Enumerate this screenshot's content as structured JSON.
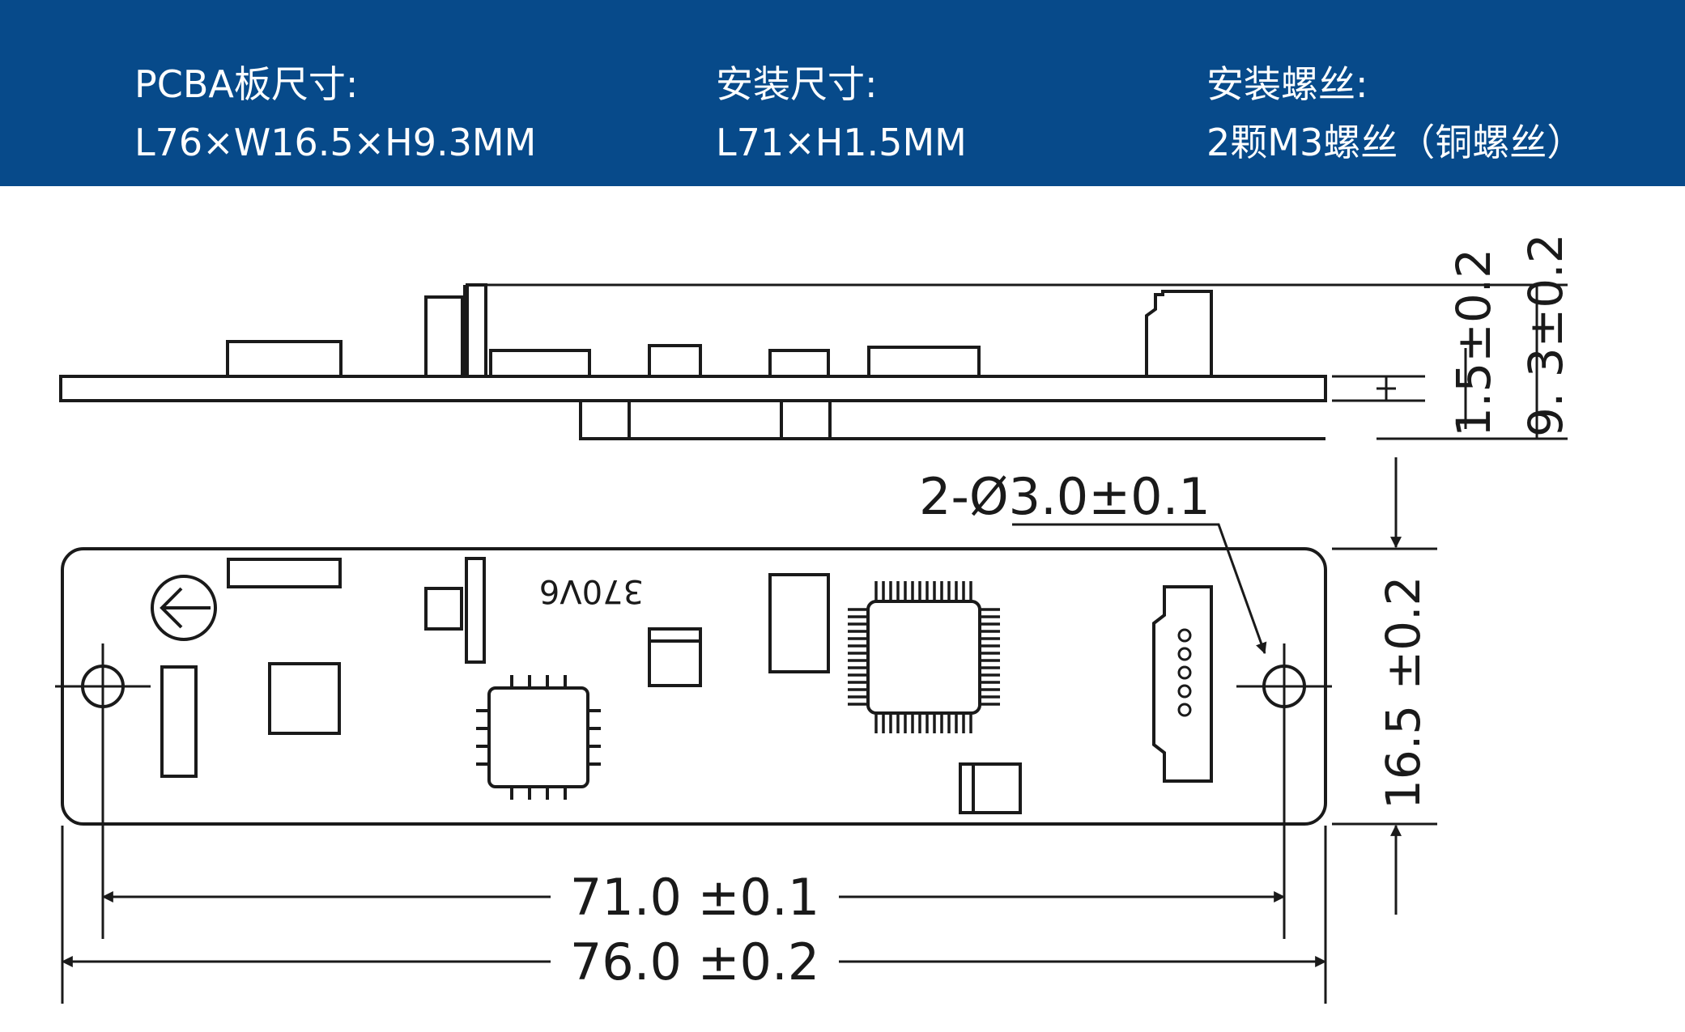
{
  "header": {
    "background": "#074a8a",
    "specs": [
      {
        "label": "PCBA板尺寸:",
        "value": "L76×W16.5×H9.3MM"
      },
      {
        "label": "安装尺寸:",
        "value": "L71×H1.5MM"
      },
      {
        "label": "安装螺丝:",
        "value": "2颗M3螺丝（铜螺丝）"
      }
    ]
  },
  "drawing": {
    "line_color": "#1a1a1a",
    "side_view": {
      "dim_board_height": "1.5±0.2",
      "dim_total_height": "9. 3±0.2"
    },
    "top_view": {
      "hole_callout": "2-Ø3.0±0.1",
      "silkscreen": "370V6",
      "dim_width": "16.5 ±0.2",
      "dim_mount_length": "71.0 ±0.1",
      "dim_board_length": "76.0 ±0.2"
    }
  }
}
